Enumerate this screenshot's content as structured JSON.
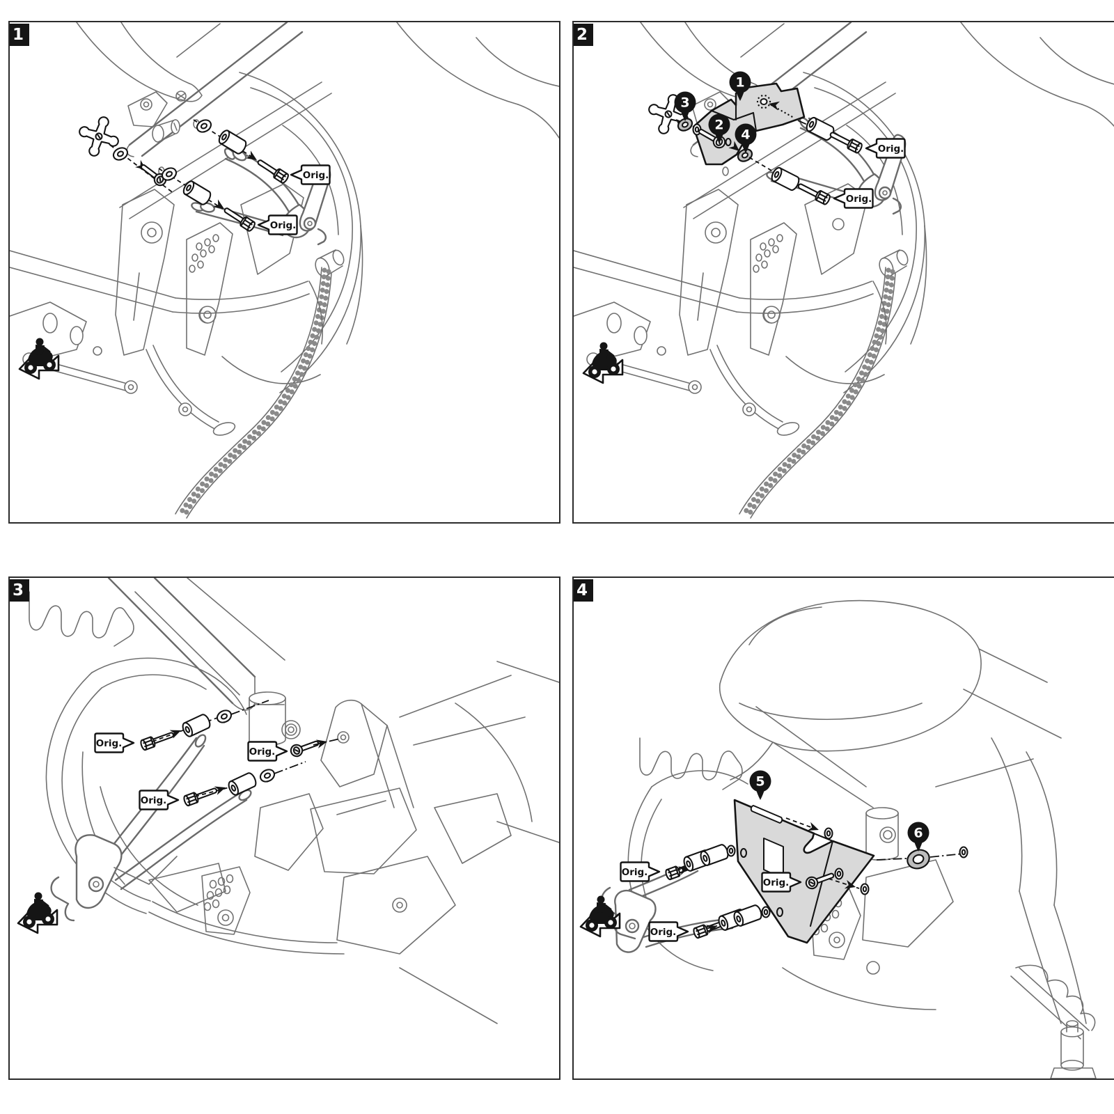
{
  "document": {
    "type": "motorcycle-accessory-assembly-instructions"
  },
  "colors": {
    "background": "#ffffff",
    "panel_border": "#2b2b2b",
    "step_badge_bg": "#151515",
    "step_badge_fg": "#ffffff",
    "art_line": "#707070",
    "annotation_line": "#141414",
    "part_plate_fill": "#d9d9d9",
    "washer_fill": "#bdbdbd"
  },
  "panels": [
    {
      "step": "1",
      "part_badges": [],
      "orig_labels": [
        {
          "text": "Orig."
        },
        {
          "text": "Orig."
        }
      ],
      "direction_icon": "motorcycle-forward-arrow"
    },
    {
      "step": "2",
      "part_badges": [
        {
          "text": "1"
        },
        {
          "text": "2"
        },
        {
          "text": "3"
        },
        {
          "text": "4"
        }
      ],
      "orig_labels": [
        {
          "text": "Orig."
        },
        {
          "text": "Orig."
        }
      ],
      "direction_icon": "motorcycle-forward-arrow"
    },
    {
      "step": "3",
      "part_badges": [],
      "orig_labels": [
        {
          "text": "Orig."
        },
        {
          "text": "Orig."
        },
        {
          "text": "Orig."
        }
      ],
      "direction_icon": "motorcycle-forward-arrow"
    },
    {
      "step": "4",
      "part_badges": [
        {
          "text": "5"
        },
        {
          "text": "6"
        }
      ],
      "orig_labels": [
        {
          "text": "Orig."
        },
        {
          "text": "Orig."
        },
        {
          "text": "Orig."
        }
      ],
      "direction_icon": "motorcycle-forward-arrow"
    }
  ]
}
